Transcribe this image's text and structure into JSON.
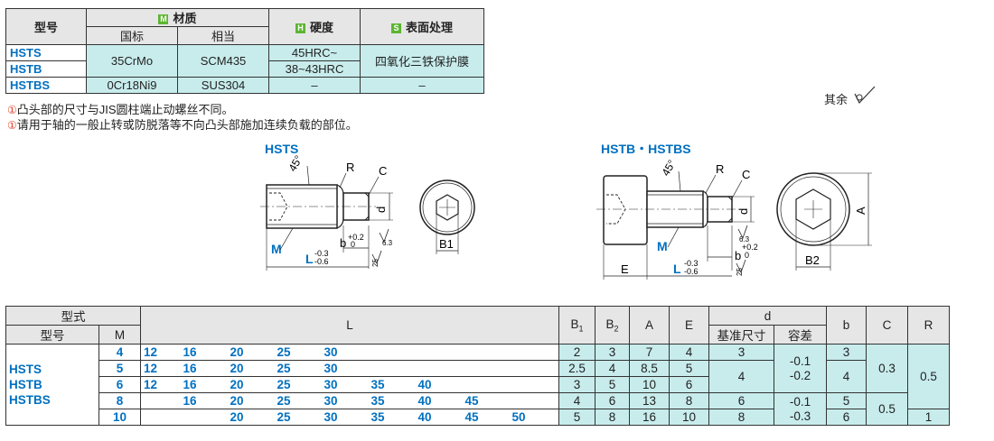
{
  "material_table": {
    "h_model": "型号",
    "h_material": "材质",
    "h_material_icon": "M",
    "h_hardness": "硬度",
    "h_hardness_icon": "H",
    "h_surface": "表面处理",
    "h_surface_icon": "S",
    "h_national": "国标",
    "h_equivalent": "相当",
    "rows": [
      {
        "model": "HSTS"
      },
      {
        "model": "HSTB"
      },
      {
        "model": "HSTBS"
      }
    ],
    "steel_nat": "35CrMo",
    "steel_eq": "SCM435",
    "hard1": "45HRC~",
    "hard2": "38~43HRC",
    "surface1": "四氧化三铁保护膜",
    "stainless_nat": "0Cr18Ni9",
    "stainless_eq": "SUS304",
    "dash": "–"
  },
  "notes": {
    "n1": "凸头部的尺寸与JIS圆柱端止动螺丝不同。",
    "n2": "请用于轴的一般止转或防脱落等不向凸头部施加连续负载的部位。",
    "mark": "①"
  },
  "surface_note": "其余",
  "drawing1": {
    "title": "HSTS",
    "angle": "45°",
    "R": "R",
    "C": "C",
    "d": "d",
    "M": "M",
    "L": "L",
    "L_tol_up": "-0.3",
    "L_tol_lo": "-0.6",
    "b": "b",
    "b_tol_up": "+0.2",
    "b_tol_lo": "0",
    "r1": "6.3",
    "r2": "25",
    "B1": "B1"
  },
  "drawing2": {
    "title": "HSTB・HSTBS",
    "angle": "45°",
    "R": "R",
    "C": "C",
    "d": "d",
    "M": "M",
    "A": "A",
    "E": "E",
    "L": "L",
    "L_tol_up": "-0.3",
    "L_tol_lo": "-0.6",
    "b": "b",
    "b_tol_up": "+0.2",
    "b_tol_lo": "0",
    "r1": "6.3",
    "r2": "25",
    "B2": "B2"
  },
  "dim_table": {
    "h_form": "型式",
    "h_model": "型号",
    "h_M": "M",
    "h_L": "L",
    "h_B1": "B1",
    "h_B2": "B2",
    "h_A": "A",
    "h_E": "E",
    "h_d": "d",
    "h_d_base": "基准尺寸",
    "h_d_tol": "容差",
    "h_b": "b",
    "h_C": "C",
    "h_R": "R",
    "models": [
      "HSTS",
      "HSTB",
      "HSTBS"
    ],
    "rows": [
      {
        "M": "4",
        "L": [
          "12",
          "16",
          "20",
          "25",
          "30",
          "",
          "",
          "",
          ""
        ],
        "B1": "2",
        "B2": "3",
        "A": "7",
        "E": "4"
      },
      {
        "M": "5",
        "L": [
          "12",
          "16",
          "20",
          "25",
          "30",
          "",
          "",
          "",
          ""
        ],
        "B1": "2.5",
        "B2": "4",
        "A": "8.5",
        "E": "5"
      },
      {
        "M": "6",
        "L": [
          "12",
          "16",
          "20",
          "25",
          "30",
          "35",
          "40",
          "",
          ""
        ],
        "B1": "3",
        "B2": "5",
        "A": "10",
        "E": "6"
      },
      {
        "M": "8",
        "L": [
          "",
          "16",
          "20",
          "25",
          "30",
          "35",
          "40",
          "45",
          ""
        ],
        "B1": "4",
        "B2": "6",
        "A": "13",
        "E": "8"
      },
      {
        "M": "10",
        "L": [
          "",
          "",
          "20",
          "25",
          "30",
          "35",
          "40",
          "45",
          "50"
        ],
        "B1": "5",
        "B2": "8",
        "A": "16",
        "E": "10"
      }
    ],
    "d_base": [
      "3",
      "4",
      "6",
      "8"
    ],
    "d_tol": [
      "-0.1",
      "-0.2",
      "-0.1",
      "-0.3"
    ],
    "b": [
      "3",
      "4",
      "5",
      "6"
    ],
    "C": [
      "0.3",
      "0.5"
    ],
    "R": [
      "0.5",
      "1"
    ]
  }
}
